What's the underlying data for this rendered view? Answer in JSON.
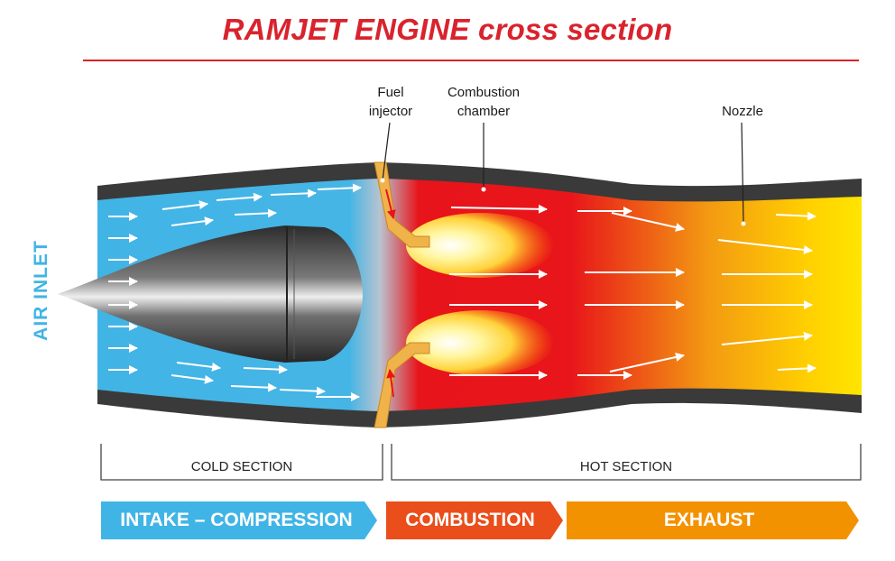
{
  "title": "RAMJET ENGINE cross section",
  "side_label": "AIR INLET",
  "callouts": {
    "fuel_injector": "Fuel\ninjector",
    "combustion_chamber": "Combustion\nchamber",
    "nozzle": "Nozzle"
  },
  "sections": {
    "cold": "COLD SECTION",
    "hot": "HOT SECTION"
  },
  "stages": {
    "intake": "INTAKE – COMPRESSION",
    "combustion": "COMBUSTION",
    "exhaust": "EXHAUST"
  },
  "colors": {
    "title_red": "#d9232d",
    "cold_blue": "#41b4e6",
    "hot_red": "#e8141b",
    "exhaust_orange": "#f39200",
    "nozzle_yellow": "#ffe100",
    "casing_gray": "#3a3a3a",
    "injector_tan": "#f0b34a",
    "stage_intake": "#41b4e6",
    "stage_combustion": "#e94e1b",
    "stage_exhaust": "#f39200"
  }
}
